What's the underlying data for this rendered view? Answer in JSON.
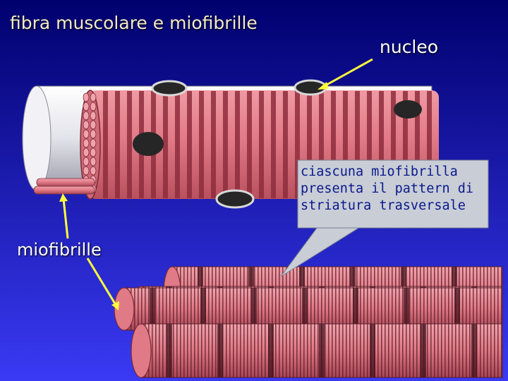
{
  "title": "fibra muscolare e miofibrille",
  "labels": {
    "nucleus": "nucleo",
    "myofibrils": "miofibrille"
  },
  "callout": {
    "lines": [
      "ciascuna miofibrilla",
      "presenta il pattern di",
      "striatura trasversale"
    ]
  },
  "colors": {
    "background_top": "#00006e",
    "background_bottom": "#3a3af5",
    "fiber": "#e07a86",
    "stripe": "#8e2d3c",
    "nucleus": "#262626",
    "sarcolemma": "#e8e8ee",
    "arrow": "#ffff3c",
    "callout_bg": "#c9cdd6",
    "callout_text": "#0a1a8c"
  }
}
